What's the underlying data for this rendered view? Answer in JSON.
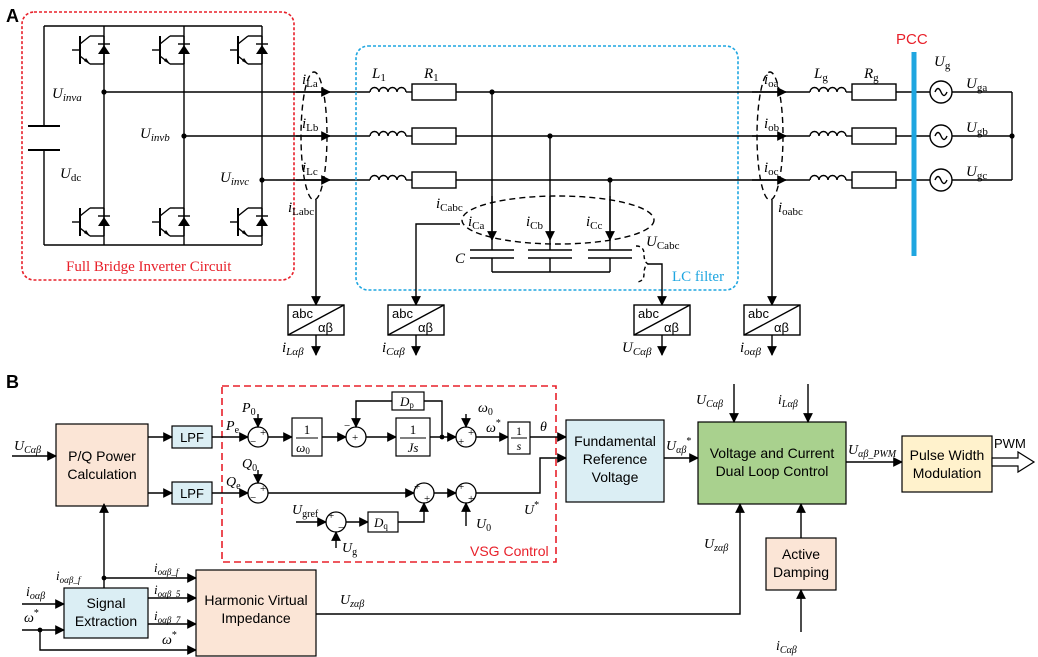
{
  "panels": {
    "a": "A",
    "b": "B"
  },
  "part_a": {
    "inverter_caption": "Full Bridge Inverter Circuit",
    "udc": "U",
    "udc_sub": "dc",
    "u_inva": "U",
    "u_inva_sub": "inva",
    "u_invb": "U",
    "u_invb_sub": "invb",
    "u_invc": "U",
    "u_invc_sub": "invc",
    "i_la": "i",
    "i_la_sub": "La",
    "i_lb": "i",
    "i_lb_sub": "Lb",
    "i_lc": "i",
    "i_lc_sub": "Lc",
    "i_labc": "i",
    "i_labc_sub": "Labc",
    "l1": "L",
    "l1_sub": "1",
    "r1": "R",
    "r1_sub": "1",
    "i_cabc": "i",
    "i_cabc_sub": "Cabc",
    "i_ca": "i",
    "i_ca_sub": "Ca",
    "i_cb": "i",
    "i_cb_sub": "Cb",
    "i_cc": "i",
    "i_cc_sub": "Cc",
    "cap": "C",
    "u_cabc": "U",
    "u_cabc_sub": "Cabc",
    "lc_caption": "LC filter",
    "i_oa": "i",
    "i_oa_sub": "oa",
    "i_ob": "i",
    "i_ob_sub": "ob",
    "i_oc": "i",
    "i_oc_sub": "oc",
    "i_oabc": "i",
    "i_oabc_sub": "oabc",
    "lg": "L",
    "lg_sub": "g",
    "rg": "R",
    "rg_sub": "g",
    "pcc": "PCC",
    "ug": "U",
    "ug_sub": "g",
    "uga": "U",
    "uga_sub": "ga",
    "ugb": "U",
    "ugb_sub": "gb",
    "ugc": "U",
    "ugc_sub": "gc",
    "abc": "abc",
    "ab": "αβ",
    "out_il": "i",
    "out_il_sub": "Lαβ",
    "out_ic": "i",
    "out_ic_sub": "Cαβ",
    "out_uc": "U",
    "out_uc_sub": "Cαβ",
    "out_io": "i",
    "out_io_sub": "oαβ"
  },
  "part_b": {
    "pq_line1": "P/Q Power",
    "pq_line2": "Calculation",
    "lpf": "LPF",
    "vsg_caption": "VSG Control",
    "fund_line1": "Fundamental",
    "fund_line2": "Reference",
    "fund_line3": "Voltage",
    "dual_line1": "Voltage and Current",
    "dual_line2": "Dual Loop Control",
    "pwm_line1": "Pulse Width",
    "pwm_line2": "Modulation",
    "pwm_out": "PWM",
    "active_line1": "Active",
    "active_line2": "Damping",
    "signal_line1": "Signal",
    "signal_line2": "Extraction",
    "hvi_line1": "Harmonic Virtual",
    "hvi_line2": "Impedance",
    "u_cab_in": "U",
    "u_cab_in_sub": "Cαβ",
    "p0": "P",
    "p0_sub": "0",
    "pe": "P",
    "pe_sub": "e",
    "q0": "Q",
    "q0_sub": "0",
    "qe": "Q",
    "qe_sub": "e",
    "one": "1",
    "omega0_sym": "ω",
    "omega0_sub": "0",
    "dp": "D",
    "dp_sub": "p",
    "js": "Js",
    "s": "s",
    "omega_star": "ω",
    "star": "*",
    "theta": "θ",
    "ugref": "U",
    "ugref_sub": "gref",
    "dq": "D",
    "dq_sub": "q",
    "ug2": "U",
    "ug2_sub": "g",
    "u0": "U",
    "u0_sub": "0",
    "u_star": "U",
    "uab_star": "U",
    "uab_star_sub": "αβ",
    "u_cab_top": "U",
    "u_cab_top_sub": "Cαβ",
    "i_lab_top": "i",
    "i_lab_top_sub": "Lαβ",
    "upwm": "U",
    "upwm_sub": "αβ_PWM",
    "uz1": "U",
    "uz1_sub": "zαβ",
    "uz2": "U",
    "uz2_sub": "zαβ",
    "i_cab_bot": "i",
    "i_cab_bot_sub": "Cαβ",
    "i_oab_in": "i",
    "i_oab_in_sub": "oαβ",
    "i_oab_f": "i",
    "i_oab_f_sub": "oαβ_f",
    "i_oab_5": "i",
    "i_oab_5_sub": "oαβ_5",
    "i_oab_7": "i",
    "i_oab_7_sub": "oαβ_7",
    "plus": "+",
    "minus": "−"
  },
  "colors": {
    "inverter_border": "#e8202a",
    "lc_border": "#1fa6e0",
    "pcc": "#1fa6e0",
    "vsg_border": "#e8202a",
    "pq_fill": "#fbe5d6",
    "fund_fill": "#dbeef4",
    "dual_fill": "#a9d18e",
    "pwm_fill": "#fff2cc",
    "active_fill": "#fbe5d6",
    "signal_fill": "#dbeef4",
    "hvi_fill": "#fbe5d6",
    "lpf_fill": "#dbeef4"
  }
}
